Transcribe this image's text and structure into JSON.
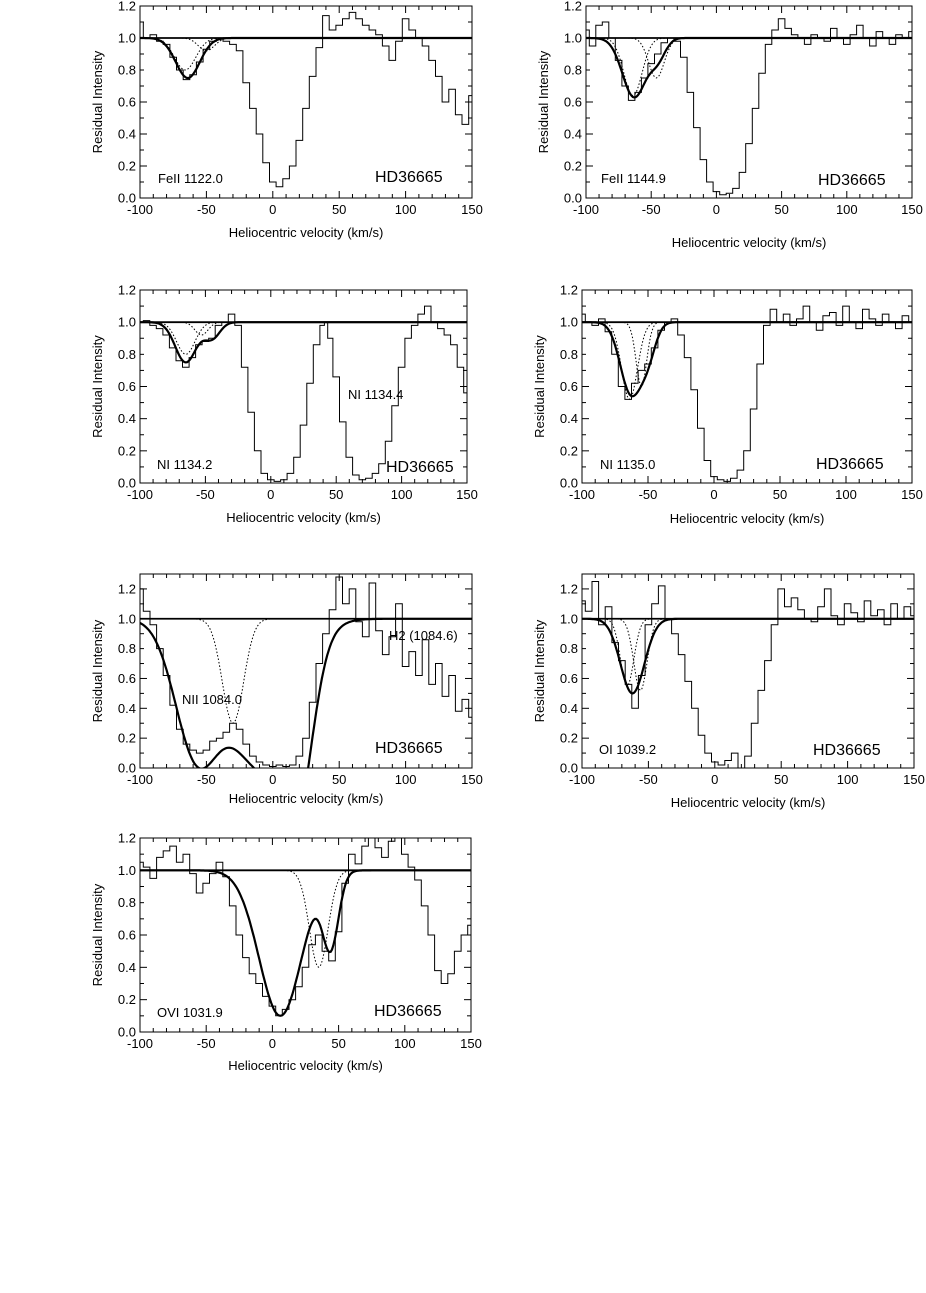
{
  "chart_data": [
    {
      "type": "line",
      "ion_label": "FeII 1122.0",
      "star_label": "HD36665",
      "xlabel": "Heliocentric velocity (km/s)",
      "ylabel": "Residual Intensity",
      "xlim": [
        -100,
        150
      ],
      "ylim": [
        0,
        1.2
      ],
      "xticks": [
        -100,
        -50,
        0,
        50,
        100,
        150
      ],
      "yticks": [
        0.0,
        0.2,
        0.4,
        0.6,
        0.8,
        1.0,
        1.2
      ],
      "continuum": 1.0,
      "spectrum": {
        "x": [
          -100,
          -95,
          -90,
          -85,
          -80,
          -75,
          -70,
          -65,
          -60,
          -55,
          -50,
          -45,
          -40,
          -35,
          -30,
          -25,
          -20,
          -15,
          -10,
          -5,
          0,
          5,
          10,
          15,
          20,
          25,
          30,
          35,
          40,
          45,
          50,
          55,
          60,
          65,
          70,
          75,
          80,
          85,
          90,
          95,
          100,
          105,
          110,
          115,
          120,
          125,
          130,
          135,
          140,
          145,
          150
        ],
        "y": [
          1.1,
          1.0,
          1.02,
          0.98,
          0.96,
          0.88,
          0.8,
          0.74,
          0.77,
          0.85,
          0.93,
          0.98,
          1.0,
          0.98,
          0.96,
          0.92,
          0.72,
          0.56,
          0.4,
          0.22,
          0.1,
          0.07,
          0.12,
          0.2,
          0.36,
          0.56,
          0.76,
          0.94,
          1.14,
          1.05,
          1.08,
          1.12,
          1.16,
          1.12,
          1.08,
          1.05,
          1.02,
          0.95,
          0.86,
          0.98,
          1.12,
          1.05,
          1.0,
          0.95,
          0.86,
          0.76,
          0.6,
          0.68,
          0.52,
          0.46,
          0.64
        ]
      },
      "fit": {
        "baseline": 1.0,
        "components": [
          {
            "center": -64,
            "depth": 0.25,
            "width": 9
          }
        ]
      },
      "components": [
        {
          "baseline": 1.0,
          "center": -66,
          "depth": 0.2,
          "width": 8
        },
        {
          "baseline": 1.0,
          "center": -50,
          "depth": 0.08,
          "width": 6
        }
      ]
    },
    {
      "type": "line",
      "ion_label": "FeII 1144.9",
      "star_label": "HD36665",
      "xlabel": "Heliocentric velocity (km/s)",
      "ylabel": "Residual Intensity",
      "xlim": [
        -100,
        150
      ],
      "ylim": [
        0,
        1.2
      ],
      "xticks": [
        -100,
        -50,
        0,
        50,
        100,
        150
      ],
      "yticks": [
        0.0,
        0.2,
        0.4,
        0.6,
        0.8,
        1.0,
        1.2
      ],
      "continuum": 1.0,
      "spectrum": {
        "x": [
          -100,
          -95,
          -90,
          -85,
          -80,
          -75,
          -70,
          -65,
          -60,
          -55,
          -50,
          -45,
          -40,
          -35,
          -30,
          -25,
          -20,
          -15,
          -10,
          -5,
          0,
          5,
          10,
          15,
          20,
          25,
          30,
          35,
          40,
          45,
          50,
          55,
          60,
          65,
          70,
          75,
          80,
          85,
          90,
          95,
          100,
          105,
          110,
          115,
          120,
          125,
          130,
          135,
          140,
          145,
          150
        ],
        "y": [
          1.05,
          0.95,
          1.08,
          1.1,
          1.0,
          0.86,
          0.7,
          0.61,
          0.66,
          0.75,
          0.84,
          0.9,
          0.97,
          1.0,
          0.98,
          0.88,
          0.66,
          0.44,
          0.24,
          0.1,
          0.04,
          0.02,
          0.03,
          0.06,
          0.16,
          0.34,
          0.56,
          0.78,
          0.96,
          1.05,
          1.12,
          1.06,
          1.02,
          1.0,
          0.96,
          1.02,
          1.0,
          0.98,
          1.06,
          1.0,
          0.96,
          1.02,
          1.08,
          1.0,
          0.95,
          1.04,
          1.0,
          0.96,
          1.02,
          1.0,
          1.04
        ]
      },
      "fit": {
        "baseline": 1.0,
        "components": [
          {
            "center": -63,
            "depth": 0.37,
            "width": 9
          },
          {
            "center": -45,
            "depth": 0.12,
            "width": 6
          }
        ]
      },
      "components": [
        {
          "baseline": 1.0,
          "center": -64,
          "depth": 0.36,
          "width": 7
        },
        {
          "baseline": 1.0,
          "center": -46,
          "depth": 0.25,
          "width": 6
        }
      ]
    },
    {
      "type": "line",
      "ion_label": "NI 1134.2",
      "star_label": "HD36665",
      "annotation": "NI 1134.4",
      "xlabel": "Heliocentric velocity (km/s)",
      "ylabel": "Residual Intensity",
      "xlim": [
        -100,
        150
      ],
      "ylim": [
        0,
        1.2
      ],
      "xticks": [
        -100,
        -50,
        0,
        50,
        100,
        150
      ],
      "yticks": [
        0.0,
        0.2,
        0.4,
        0.6,
        0.8,
        1.0,
        1.2
      ],
      "continuum": 1.0,
      "spectrum": {
        "x": [
          -100,
          -95,
          -90,
          -85,
          -80,
          -75,
          -70,
          -65,
          -60,
          -55,
          -50,
          -45,
          -40,
          -35,
          -30,
          -25,
          -20,
          -15,
          -10,
          -5,
          0,
          5,
          10,
          15,
          20,
          25,
          30,
          35,
          40,
          42,
          45,
          50,
          55,
          60,
          65,
          70,
          75,
          80,
          85,
          90,
          95,
          100,
          105,
          110,
          115,
          120,
          125,
          130,
          135,
          140,
          145,
          150
        ],
        "y": [
          1.0,
          1.01,
          0.98,
          0.96,
          0.92,
          0.84,
          0.76,
          0.72,
          0.78,
          0.86,
          0.88,
          0.9,
          0.98,
          1.0,
          1.05,
          0.98,
          0.72,
          0.44,
          0.2,
          0.06,
          0.02,
          0.01,
          0.02,
          0.06,
          0.16,
          0.36,
          0.62,
          0.86,
          0.98,
          1.0,
          0.9,
          0.66,
          0.38,
          0.16,
          0.05,
          0.02,
          0.03,
          0.06,
          0.12,
          0.26,
          0.48,
          0.72,
          0.9,
          0.98,
          1.05,
          1.1,
          1.0,
          0.96,
          0.92,
          0.86,
          0.72,
          0.56
        ]
      },
      "fit": {
        "baseline": 1.0,
        "components": [
          {
            "center": -65,
            "depth": 0.25,
            "width": 8
          },
          {
            "center": -45,
            "depth": 0.1,
            "width": 6
          }
        ]
      },
      "components": [
        {
          "baseline": 1.0,
          "center": -65,
          "depth": 0.2,
          "width": 7
        },
        {
          "baseline": 1.0,
          "center": -53,
          "depth": 0.08,
          "width": 5
        }
      ]
    },
    {
      "type": "line",
      "ion_label": "NI 1135.0",
      "star_label": "HD36665",
      "xlabel": "Heliocentric velocity (km/s)",
      "ylabel": "Residual Intensity",
      "xlim": [
        -100,
        150
      ],
      "ylim": [
        0,
        1.2
      ],
      "xticks": [
        -100,
        -50,
        0,
        50,
        100,
        150
      ],
      "yticks": [
        0.0,
        0.2,
        0.4,
        0.6,
        0.8,
        1.0,
        1.2
      ],
      "continuum": 1.0,
      "spectrum": {
        "x": [
          -100,
          -95,
          -90,
          -85,
          -80,
          -75,
          -70,
          -65,
          -60,
          -55,
          -50,
          -45,
          -40,
          -35,
          -30,
          -25,
          -20,
          -15,
          -10,
          -5,
          0,
          5,
          10,
          15,
          20,
          25,
          30,
          35,
          40,
          45,
          50,
          55,
          60,
          65,
          70,
          75,
          80,
          85,
          90,
          95,
          100,
          105,
          110,
          115,
          120,
          125,
          130,
          135,
          140,
          145,
          150
        ],
        "y": [
          1.05,
          1.0,
          0.98,
          1.02,
          0.94,
          0.8,
          0.6,
          0.52,
          0.62,
          0.7,
          0.74,
          0.84,
          0.95,
          1.0,
          1.02,
          0.92,
          0.78,
          0.58,
          0.34,
          0.14,
          0.04,
          0.02,
          0.01,
          0.03,
          0.08,
          0.2,
          0.46,
          0.74,
          0.98,
          1.08,
          1.0,
          1.05,
          0.98,
          1.02,
          1.1,
          1.0,
          0.95,
          1.04,
          1.06,
          0.98,
          1.1,
          1.0,
          0.96,
          1.08,
          1.02,
          0.98,
          1.05,
          1.0,
          0.96,
          1.04,
          1.0
        ]
      },
      "fit": {
        "baseline": 1.0,
        "components": [
          {
            "center": -63,
            "depth": 0.44,
            "width": 8
          },
          {
            "center": -50,
            "depth": 0.18,
            "width": 6
          }
        ]
      },
      "components": [
        {
          "baseline": 1.0,
          "center": -64,
          "depth": 0.48,
          "width": 6
        },
        {
          "baseline": 1.0,
          "center": -55,
          "depth": 0.4,
          "width": 4
        }
      ]
    },
    {
      "type": "line",
      "ion_label": "NII 1084.0",
      "star_label": "HD36665",
      "annotation": "H2 (1084.6)",
      "xlabel": "Heliocentric velocity (km/s)",
      "ylabel": "Residual Intensity",
      "xlim": [
        -100,
        150
      ],
      "ylim": [
        0,
        1.3
      ],
      "xticks": [
        -100,
        -50,
        0,
        50,
        100,
        150
      ],
      "yticks": [
        0.0,
        0.2,
        0.4,
        0.6,
        0.8,
        1.0,
        1.2
      ],
      "continuum": 1.0,
      "spectrum": {
        "x": [
          -100,
          -95,
          -90,
          -85,
          -80,
          -75,
          -70,
          -65,
          -60,
          -55,
          -50,
          -45,
          -40,
          -35,
          -30,
          -25,
          -20,
          -15,
          -10,
          -5,
          0,
          5,
          10,
          15,
          20,
          25,
          30,
          35,
          40,
          45,
          50,
          55,
          60,
          65,
          70,
          75,
          80,
          85,
          90,
          95,
          100,
          105,
          110,
          115,
          120,
          125,
          130,
          135,
          140,
          145,
          150
        ],
        "y": [
          1.2,
          1.05,
          0.96,
          0.8,
          0.62,
          0.42,
          0.26,
          0.16,
          0.12,
          0.1,
          0.12,
          0.18,
          0.2,
          0.24,
          0.3,
          0.26,
          0.16,
          0.08,
          0.04,
          0.02,
          0.01,
          0.02,
          0.01,
          0.02,
          0.08,
          0.2,
          0.44,
          0.7,
          0.9,
          1.06,
          1.28,
          1.1,
          1.2,
          0.98,
          0.88,
          1.24,
          0.92,
          0.76,
          0.88,
          1.1,
          0.68,
          0.78,
          0.62,
          0.86,
          0.56,
          0.7,
          0.48,
          0.62,
          0.38,
          0.46,
          0.34
        ]
      },
      "fit": {
        "baseline": 1.0,
        "components": [
          {
            "center": -58,
            "depth": 0.85,
            "width": 16
          },
          {
            "center": -10,
            "depth": 0.97,
            "width": 24
          },
          {
            "center": 18,
            "depth": 0.9,
            "width": 12
          }
        ]
      },
      "components": [
        {
          "baseline": 1.0,
          "center": -30,
          "depth": 0.7,
          "width": 8
        }
      ]
    },
    {
      "type": "line",
      "ion_label": "OI 1039.2",
      "star_label": "HD36665",
      "xlabel": "Heliocentric velocity (km/s)",
      "ylabel": "Residual Intensity",
      "xlim": [
        -100,
        150
      ],
      "ylim": [
        0,
        1.3
      ],
      "xticks": [
        -100,
        -50,
        0,
        50,
        100,
        150
      ],
      "yticks": [
        0.0,
        0.2,
        0.4,
        0.6,
        0.8,
        1.0,
        1.2
      ],
      "continuum": 1.0,
      "spectrum": {
        "x": [
          -100,
          -95,
          -90,
          -85,
          -80,
          -75,
          -70,
          -65,
          -60,
          -55,
          -50,
          -45,
          -40,
          -35,
          -30,
          -25,
          -20,
          -15,
          -10,
          -5,
          0,
          5,
          10,
          15,
          20,
          25,
          30,
          35,
          40,
          45,
          50,
          55,
          60,
          65,
          70,
          75,
          80,
          85,
          90,
          95,
          100,
          105,
          110,
          115,
          120,
          125,
          130,
          135,
          140,
          145,
          150
        ],
        "y": [
          1.12,
          1.05,
          1.25,
          0.96,
          1.08,
          0.84,
          0.72,
          0.56,
          0.4,
          0.62,
          0.96,
          1.1,
          1.22,
          1.0,
          0.9,
          0.76,
          0.58,
          0.4,
          0.22,
          0.1,
          0.04,
          0.02,
          0.05,
          0.1,
          0.0,
          0.08,
          0.3,
          0.52,
          0.72,
          0.96,
          1.2,
          1.08,
          1.14,
          1.06,
          1.0,
          0.98,
          1.08,
          1.2,
          1.02,
          0.96,
          1.1,
          1.04,
          0.98,
          1.12,
          1.02,
          1.06,
          0.96,
          1.1,
          1.0,
          1.08,
          1.02
        ]
      },
      "fit": {
        "baseline": 1.0,
        "components": [
          {
            "center": -62,
            "depth": 0.5,
            "width": 9
          }
        ]
      },
      "components": [
        {
          "baseline": 1.0,
          "center": -66,
          "depth": 0.45,
          "width": 5
        },
        {
          "baseline": 1.0,
          "center": -56,
          "depth": 0.48,
          "width": 5
        }
      ]
    },
    {
      "type": "line",
      "ion_label": "OVI 1031.9",
      "star_label": "HD36665",
      "xlabel": "Heliocentric velocity (km/s)",
      "ylabel": "Residual Intensity",
      "xlim": [
        -100,
        150
      ],
      "ylim": [
        0,
        1.2
      ],
      "xticks": [
        -100,
        -50,
        0,
        50,
        100,
        150
      ],
      "yticks": [
        0.0,
        0.2,
        0.4,
        0.6,
        0.8,
        1.0,
        1.2
      ],
      "continuum": 1.0,
      "spectrum": {
        "x": [
          -100,
          -95,
          -90,
          -85,
          -80,
          -75,
          -70,
          -65,
          -60,
          -55,
          -50,
          -45,
          -40,
          -35,
          -30,
          -25,
          -20,
          -15,
          -10,
          -5,
          0,
          5,
          10,
          15,
          20,
          25,
          30,
          35,
          40,
          45,
          50,
          55,
          60,
          65,
          70,
          75,
          80,
          85,
          90,
          95,
          100,
          105,
          110,
          115,
          120,
          125,
          130,
          135,
          140,
          145,
          150
        ],
        "y": [
          1.05,
          1.02,
          0.95,
          1.08,
          1.12,
          1.15,
          1.05,
          1.1,
          0.98,
          0.86,
          0.92,
          0.98,
          1.05,
          0.96,
          0.78,
          0.6,
          0.46,
          0.36,
          0.3,
          0.22,
          0.16,
          0.1,
          0.14,
          0.2,
          0.28,
          0.4,
          0.54,
          0.6,
          0.5,
          0.44,
          0.62,
          0.92,
          1.1,
          1.04,
          1.15,
          1.2,
          1.14,
          1.08,
          1.18,
          1.2,
          1.1,
          1.02,
          0.94,
          0.78,
          0.6,
          0.38,
          0.3,
          0.36,
          0.5,
          0.6,
          0.66
        ]
      },
      "fit": {
        "baseline": 1.0,
        "components": [
          {
            "center": 6,
            "depth": 0.9,
            "width": 16
          },
          {
            "center": 44,
            "depth": 0.45,
            "width": 6
          }
        ]
      },
      "components": [
        {
          "baseline": 1.0,
          "center": 35,
          "depth": 0.6,
          "width": 7
        }
      ]
    }
  ]
}
